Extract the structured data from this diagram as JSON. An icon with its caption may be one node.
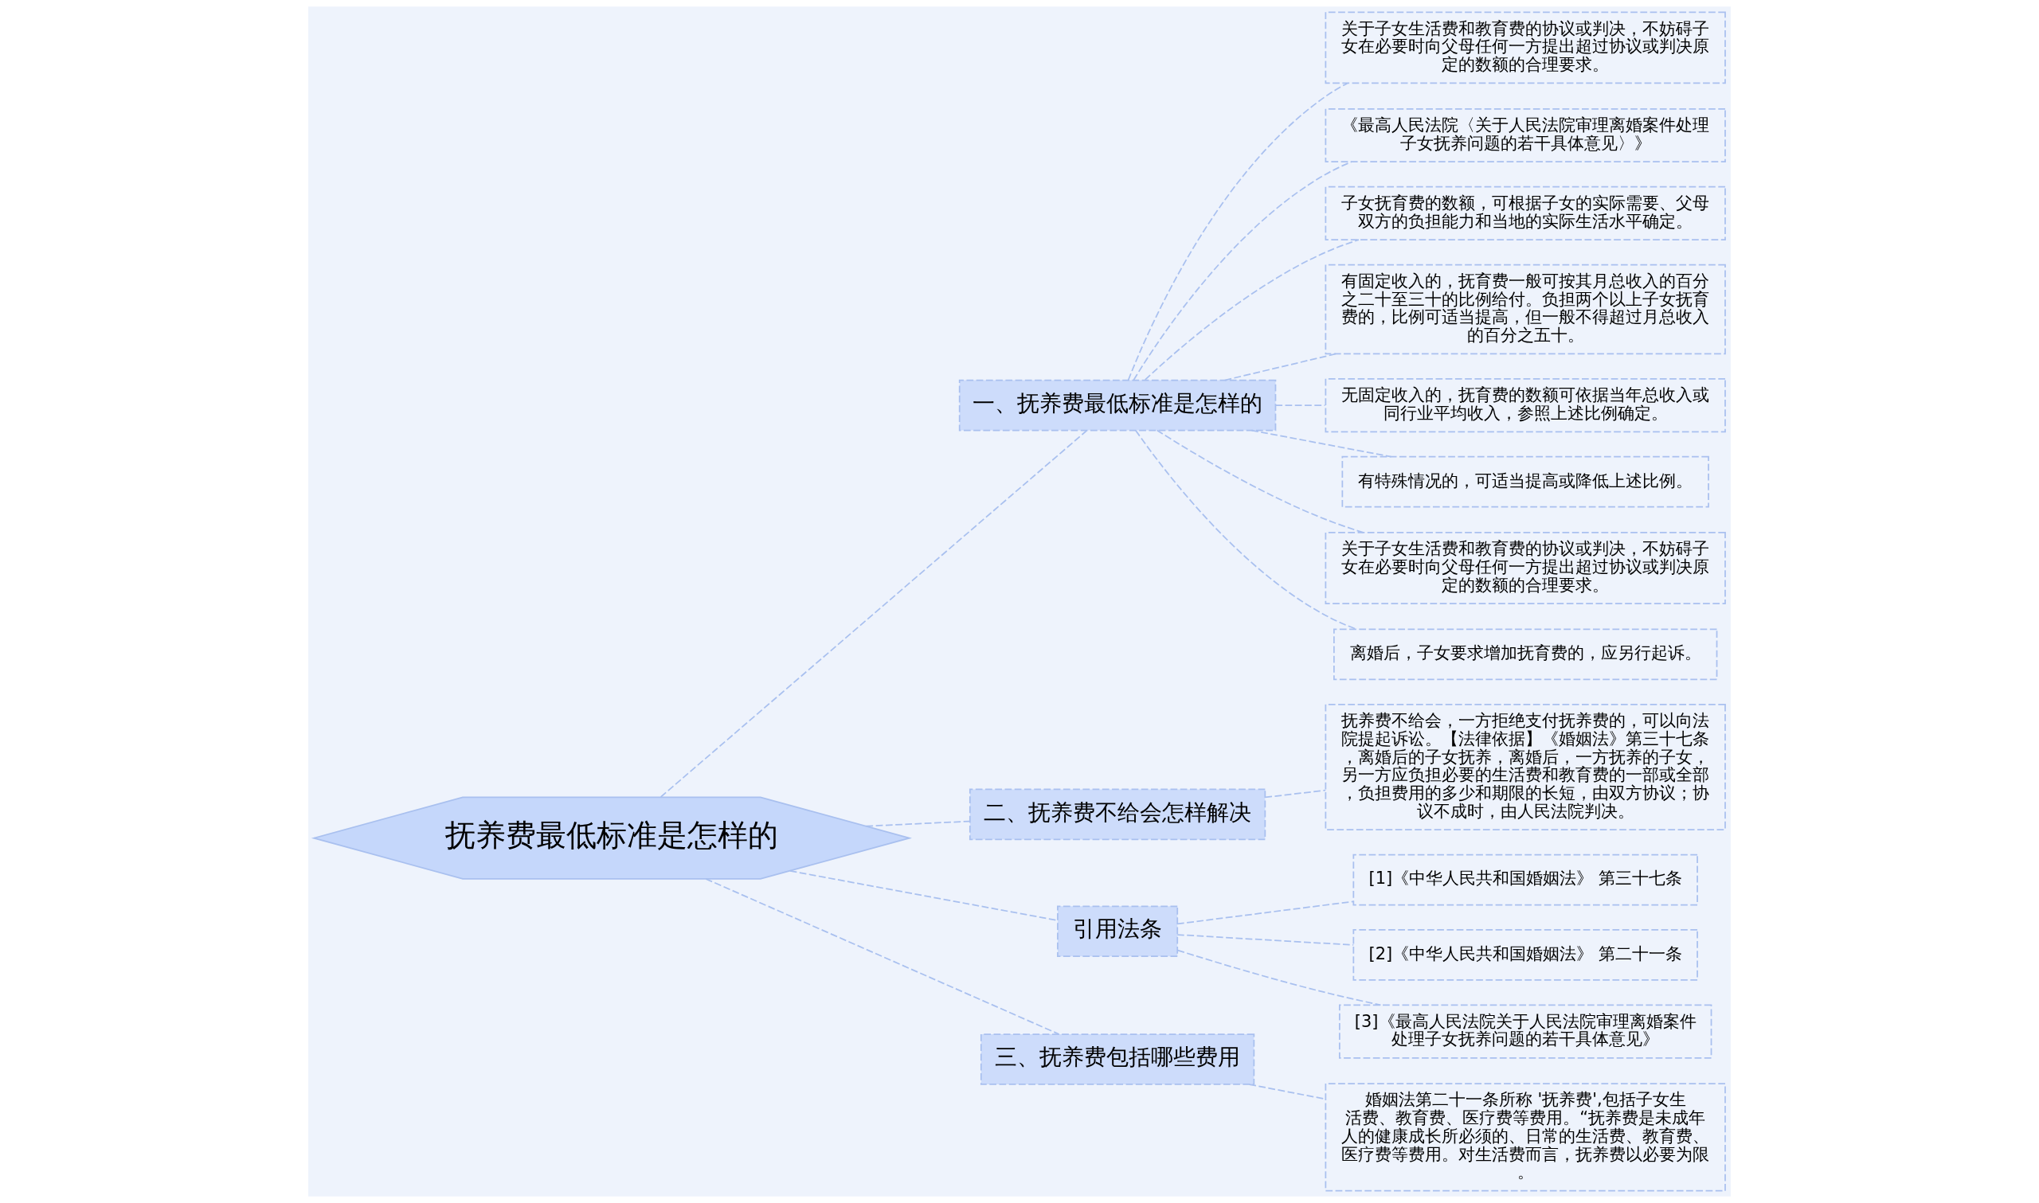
{
  "diagram": {
    "nodes": [
      {
        "text": [
          "抚养费最低标准是怎样的"
        ]
      },
      {
        "text": [
          "一、抚养费最低标准是怎样的"
        ]
      },
      {
        "text": [
          "关于子女生活费和教育费的协议或判决，不妨碍子女在必要时向父母任何一方提出超过协议或判决原定的数额的合理要求。"
        ]
      },
      {
        "text": [
          "《最高人民法院〈关于人民法院审理离婚案件处理子女抚养问题的若干具体意见〉》"
        ]
      },
      {
        "text": [
          "子女抚育费的数额，可根据子女的实际需要、父母双方的负担能力和当地的实际生活水平确定。"
        ]
      },
      {
        "text": [
          "有固定收入的，抚育费一般可按其月总收入的百分之二十至三十的比例给付。负担两个以上子女抚育费的，比例可适当提高，但一般不得超过月总收入的百分之五十。"
        ]
      },
      {
        "text": [
          "无固定收入的，抚育费的数额可依据当年总收入或同行业平均收入，参照上述比例确定。"
        ]
      },
      {
        "text": [
          "有特殊情况的，可适当提高或降低上述比例。"
        ]
      },
      {
        "text": [
          "关于子女生活费和教育费的协议或判决，不妨碍子女在必要时向父母任何一方提出超过协议或判决原定的数额的合理要求。"
        ]
      },
      {
        "text": [
          "离婚后，子女要求增加抚育费的，应另行起诉。"
        ]
      },
      {
        "text": [
          "二、抚养费不给会怎样解决"
        ]
      },
      {
        "text": [
          "抚养费不给会，一方拒绝支付抚养费的，可以向法院提起诉讼。【法律依据】《婚姻法》第三十七条，离婚后的子女抚养，离婚后，一方抚养的子女，另一方应负担必要的生活费和教育费的一部或全部，负担费用的多少和期限的长短，由双方协议；协议不成时，由人民法院判决。"
        ]
      },
      {
        "text": [
          "引用法条"
        ]
      },
      {
        "text": [
          "[1]《中华人民共和国婚姻法》 第三十七条"
        ]
      },
      {
        "text": [
          "[2]《中华人民共和国婚姻法》 第二十一条"
        ]
      },
      {
        "text": [
          "[3]《最高人民法院关于人民法院审理离婚案件处理子女抚养问题的若干具体意见》"
        ]
      },
      {
        "text": [
          "三、抚养费包括哪些费用"
        ]
      },
      {
        "text": [
          "婚姻法第二十一条所称 '抚养费',包括子女生活费、教育费、医疗费等费用。“抚养费是未成年人的健康成长所必须的、日常的生活费、教育费、医疗费等费用。对生活费而言，抚养费以必要为限。"
        ]
      }
    ],
    "edges": [
      {
        "from": 0,
        "to": 1,
        "arrow": "none"
      },
      {
        "from": 1,
        "to": 2,
        "arrow": "none"
      },
      {
        "from": 1,
        "to": 3,
        "arrow": "none"
      },
      {
        "from": 1,
        "to": 4,
        "arrow": "none"
      },
      {
        "from": 1,
        "to": 5,
        "arrow": "none"
      },
      {
        "from": 1,
        "to": 6,
        "arrow": "none"
      },
      {
        "from": 1,
        "to": 7,
        "arrow": "none"
      },
      {
        "from": 1,
        "to": 8,
        "arrow": "none"
      },
      {
        "from": 1,
        "to": 9,
        "arrow": "none"
      },
      {
        "from": 0,
        "to": 10,
        "arrow": "none"
      },
      {
        "from": 10,
        "to": 11,
        "arrow": "none"
      },
      {
        "from": 0,
        "to": 12,
        "arrow": "none"
      },
      {
        "from": 12,
        "to": 13,
        "arrow": "none"
      },
      {
        "from": 12,
        "to": 14,
        "arrow": "none"
      },
      {
        "from": 12,
        "to": 15,
        "arrow": "none"
      },
      {
        "from": 0,
        "to": 16,
        "arrow": "none"
      },
      {
        "from": 16,
        "to": 17,
        "arrow": "none"
      }
    ]
  }
}
